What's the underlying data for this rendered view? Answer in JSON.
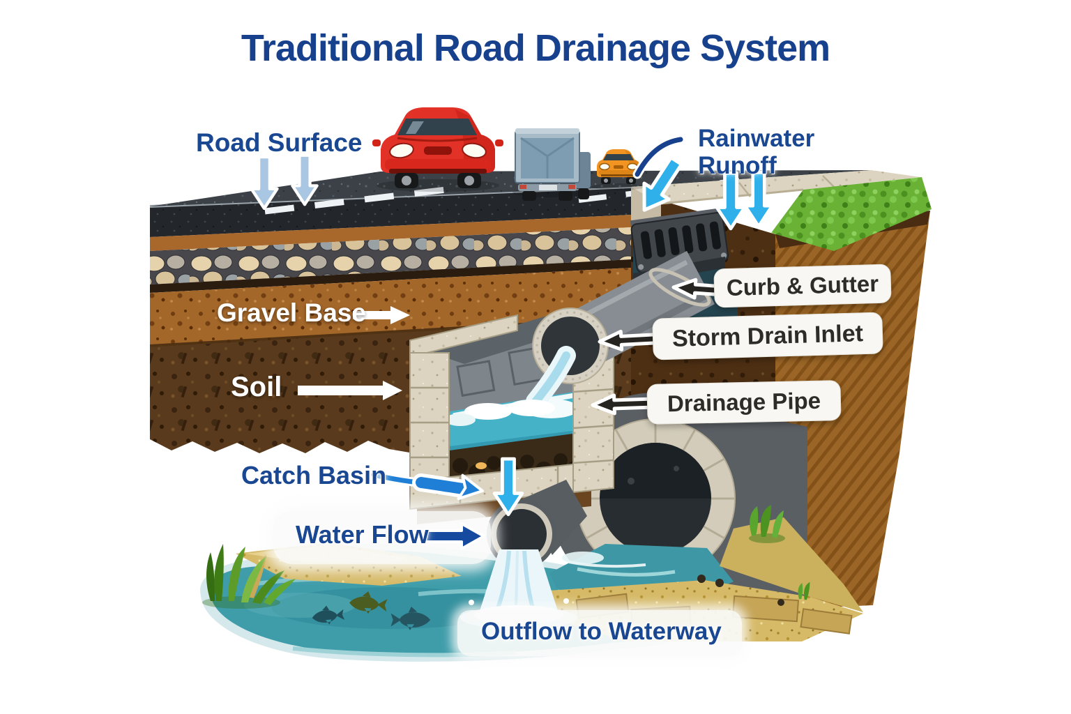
{
  "title": "Traditional Road Drainage System",
  "labels": {
    "road_surface": "Road Surface",
    "rainwater_line1": "Rainwater",
    "rainwater_line2": "Runoff",
    "curb_gutter": "Curb & Gutter",
    "storm_drain_inlet": "Storm Drain Inlet",
    "drainage_pipe": "Drainage Pipe",
    "gravel_base": "Gravel Base",
    "soil": "Soil",
    "catch_basin": "Catch Basin",
    "water_flow": "Water Flow",
    "outflow_to_waterway": "Outflow to Waterway"
  },
  "colors": {
    "title_blue": "#17418c",
    "label_blue": "#1a4791",
    "callout_bg": "#f8f7f4",
    "callout_text": "#2e2c28",
    "cyan_arrow": "#2fb0ea",
    "steel_arrow": "#a9c6e2",
    "navy_arrow": "#164a9e",
    "curved_arrow_blue": "#1f7fd6",
    "water_teal": "#3f9daa",
    "asphalt_gray": "#3b4147",
    "gravel_brown": "#a4672a",
    "soil_brown": "#5a3a1c",
    "concrete_beige": "#dcd4c1",
    "grass_green": "#69b236",
    "sand_tan": "#d6ba68"
  }
}
